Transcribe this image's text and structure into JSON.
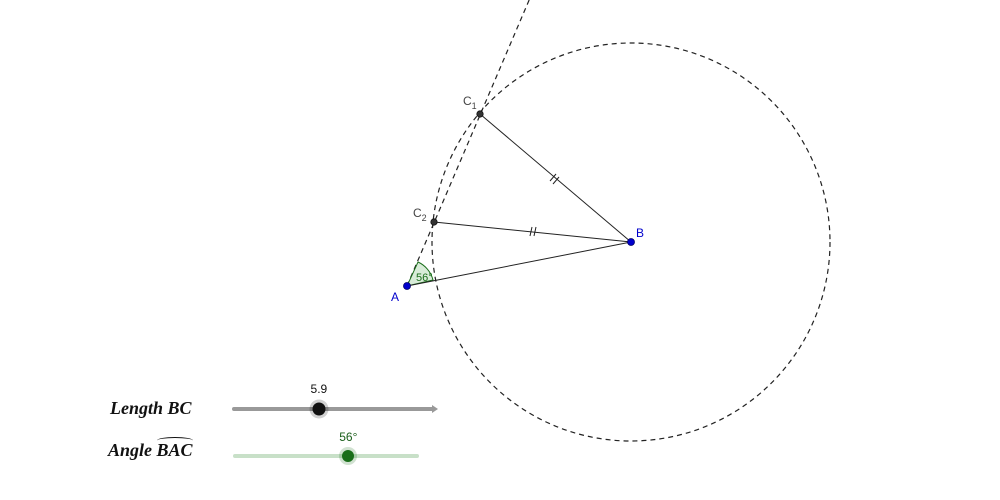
{
  "points": {
    "A": {
      "label": "A"
    },
    "B": {
      "label": "B"
    },
    "C1": {
      "label": "C",
      "sub": "1"
    },
    "C2": {
      "label": "C",
      "sub": "2"
    }
  },
  "angle_label": "56°",
  "sliders": {
    "length": {
      "label": "Length BC",
      "value_text": "5.9",
      "fraction": 0.43,
      "color": "#222222"
    },
    "angle": {
      "label_prefix": "Angle",
      "label_arc": "BAC",
      "value_text": "56°",
      "fraction": 0.62,
      "color": "#1a5e1a"
    }
  },
  "colors": {
    "point_blue": "#0000cc",
    "point_dark": "#333333",
    "angle_fill": "#d8ecd8",
    "angle_text": "#1a6e1a",
    "line": "#222222"
  }
}
